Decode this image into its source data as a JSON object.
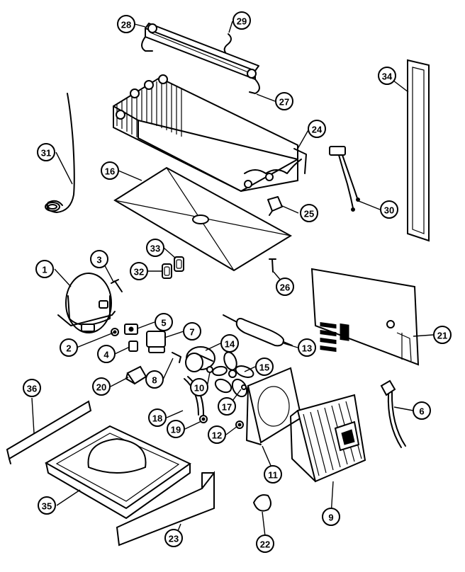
{
  "callouts": [
    {
      "id": "c28a",
      "label": "28"
    },
    {
      "id": "c29",
      "label": "29"
    },
    {
      "id": "c27",
      "label": "27"
    },
    {
      "id": "c34",
      "label": "34"
    },
    {
      "id": "c31",
      "label": "31"
    },
    {
      "id": "c24",
      "label": "24"
    },
    {
      "id": "c16",
      "label": "16"
    },
    {
      "id": "c25",
      "label": "25"
    },
    {
      "id": "c30",
      "label": "30"
    },
    {
      "id": "c33",
      "label": "33"
    },
    {
      "id": "c3",
      "label": "3"
    },
    {
      "id": "c1",
      "label": "1"
    },
    {
      "id": "c32",
      "label": "32"
    },
    {
      "id": "c26",
      "label": "26"
    },
    {
      "id": "c5",
      "label": "5"
    },
    {
      "id": "c7",
      "label": "7"
    },
    {
      "id": "c14",
      "label": "14"
    },
    {
      "id": "c13",
      "label": "13"
    },
    {
      "id": "c21",
      "label": "21"
    },
    {
      "id": "c2",
      "label": "2"
    },
    {
      "id": "c4",
      "label": "4"
    },
    {
      "id": "c15",
      "label": "15"
    },
    {
      "id": "c20",
      "label": "20"
    },
    {
      "id": "c8",
      "label": "8"
    },
    {
      "id": "c10",
      "label": "10"
    },
    {
      "id": "c17",
      "label": "17"
    },
    {
      "id": "c36",
      "label": "36"
    },
    {
      "id": "c6",
      "label": "6"
    },
    {
      "id": "c18",
      "label": "18"
    },
    {
      "id": "c19",
      "label": "19"
    },
    {
      "id": "c12",
      "label": "12"
    },
    {
      "id": "c11",
      "label": "11"
    },
    {
      "id": "c35",
      "label": "35"
    },
    {
      "id": "c9",
      "label": "9"
    },
    {
      "id": "c23",
      "label": "23"
    },
    {
      "id": "c22",
      "label": "22"
    }
  ]
}
